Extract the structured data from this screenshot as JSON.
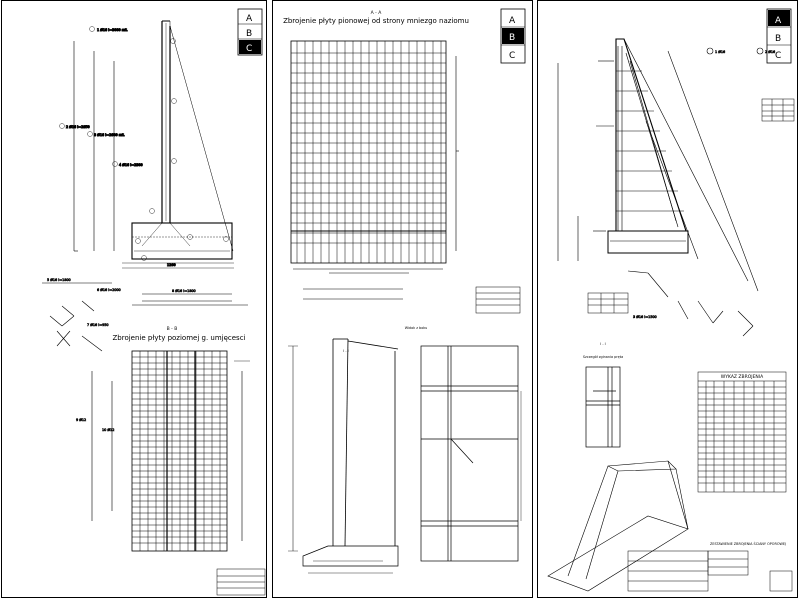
{
  "sheets": [
    {
      "id": "sheet-1",
      "abc": [
        "A",
        "B",
        "C"
      ],
      "active": "C",
      "section_title": "B - B",
      "plan_title": "Zbrojenie płyty poziomej g. umjęcesci"
    },
    {
      "id": "sheet-2",
      "abc": [
        "A",
        "B",
        "C"
      ],
      "active": "B",
      "section_title": "A - A",
      "plan_title": "Zbrojenie płyty pionowej od strony mniezgo naziomu",
      "lower_left_title": "I - I",
      "lower_right_title": "Widok z boku"
    },
    {
      "id": "sheet-3",
      "abc": [
        "A",
        "B",
        "C"
      ],
      "active": "A",
      "detail_title": "I - I",
      "detail_subtitle": "Szczegół zginania pręta",
      "schedule_title": "WYKAZ ZBROJENIA",
      "bottom_text": "ZESTAWIENIE ZBROJENIA ŚCIANY OPOROWEJ"
    }
  ],
  "colors": {
    "line": "#000000",
    "background": "#ffffff",
    "active_letter_bg": "#000000",
    "active_letter_fg": "#ffffff"
  }
}
